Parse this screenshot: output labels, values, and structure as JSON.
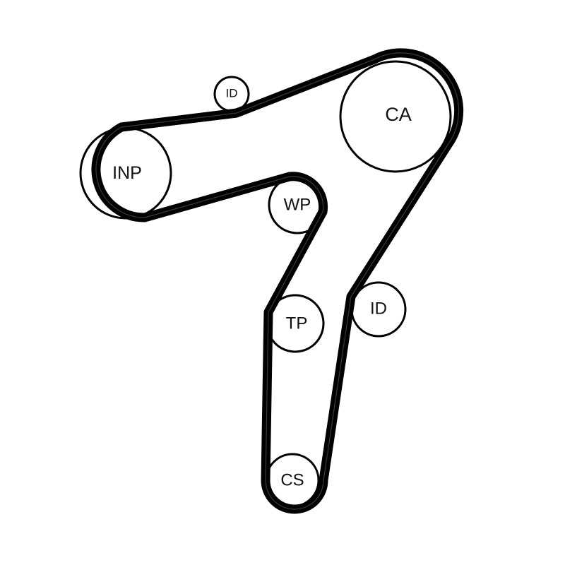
{
  "diagram": {
    "type": "belt-routing",
    "belt_color": "#000000",
    "pulleys": [
      {
        "id": "id-top",
        "label": "ID"
      },
      {
        "id": "ca",
        "label": "CA"
      },
      {
        "id": "inp",
        "label": "INP"
      },
      {
        "id": "wp",
        "label": "WP"
      },
      {
        "id": "tp",
        "label": "TP"
      },
      {
        "id": "id-right",
        "label": "ID"
      },
      {
        "id": "cs",
        "label": "CS"
      }
    ]
  }
}
